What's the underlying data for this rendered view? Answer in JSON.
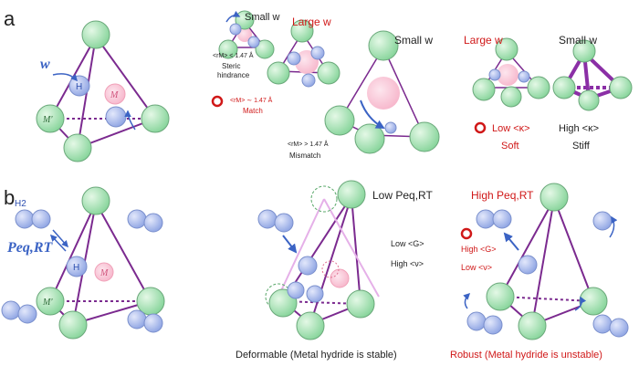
{
  "panel_a": {
    "label": "a",
    "w_symbol": "w",
    "atom_H": "H",
    "atom_M": "M",
    "atom_Mprime": "M'",
    "small_w_1": "Small w",
    "large_w_1": "Large w",
    "small_w_2": "Small w",
    "cond_small": "<rM> < 1.47 Å",
    "steric": "Steric",
    "hindrance": "hindrance",
    "cond_match": "<rM> ∼ 1.47 Å",
    "match": "Match",
    "cond_large": "<rM> > 1.47 Å",
    "mismatch": "Mismatch",
    "large_w_3": "Large w",
    "small_w_3": "Small w",
    "low_kappa": "Low <κ>",
    "high_kappa": "High <κ>",
    "soft": "Soft",
    "stiff": "Stiff"
  },
  "panel_b": {
    "label": "b",
    "h2": "H2",
    "peq": "Peq,RT",
    "atom_H": "H",
    "atom_M": "M",
    "atom_Mprime": "M'",
    "low_peq": "Low Peq,RT",
    "low_G": "Low <G>",
    "high_v": "High <ν>",
    "high_peq": "High Peq,RT",
    "high_G": "High <G>",
    "low_v": "Low <ν>",
    "caption_left": "Deformable (Metal hydride is stable)",
    "caption_right": "Robust (Metal hydride is unstable)"
  }
}
